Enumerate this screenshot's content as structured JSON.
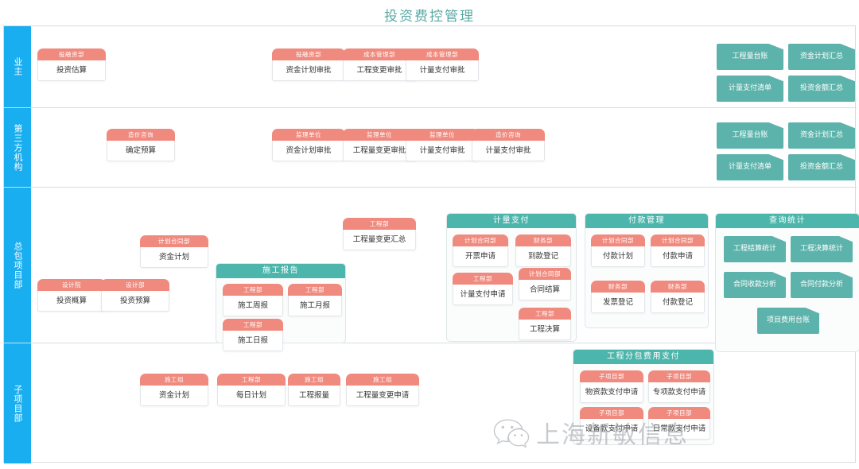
{
  "page": {
    "title": "投资费控管理",
    "accent_teal": "#4db6ac",
    "accent_pink": "#f08a7e",
    "accent_blue": "#18aef0"
  },
  "watermark": {
    "text": "上海新敏信息",
    "logo": "wechat-icon"
  },
  "lanes": [
    {
      "id": "owner",
      "label": "业主"
    },
    {
      "id": "third",
      "label": "第三方机构"
    },
    {
      "id": "main",
      "label": "总包项目部"
    },
    {
      "id": "sub",
      "label": "子项目部"
    }
  ],
  "owner_cards": [
    {
      "dept": "投融资部",
      "task": "投资估算"
    },
    {
      "dept": "投融资部",
      "task": "资金计划审批"
    },
    {
      "dept": "成本管理部",
      "task": "工程变更审批"
    },
    {
      "dept": "成本管理部",
      "task": "计量支付审批"
    }
  ],
  "owner_chips": [
    {
      "label": "工程量台账"
    },
    {
      "label": "资金计划汇总"
    },
    {
      "label": "计量支付清单"
    },
    {
      "label": "投资金额汇总"
    }
  ],
  "third_cards": [
    {
      "dept": "造价咨询",
      "task": "确定预算"
    },
    {
      "dept": "监理单位",
      "task": "资金计划审批"
    },
    {
      "dept": "监理单位",
      "task": "工程量变更审批"
    },
    {
      "dept": "监理单位",
      "task": "计量支付审批"
    },
    {
      "dept": "造价咨询",
      "task": "计量支付审批"
    }
  ],
  "third_chips": [
    {
      "label": "工程量台账"
    },
    {
      "label": "资金计划汇总"
    },
    {
      "label": "计量支付清单"
    },
    {
      "label": "投资金额汇总"
    }
  ],
  "main_cards": [
    {
      "dept": "设计院",
      "task": "投资概算"
    },
    {
      "dept": "设计部",
      "task": "投资预算"
    },
    {
      "dept": "计划合同部",
      "task": "资金计划"
    },
    {
      "dept": "工程部",
      "task": "工程量变更汇总"
    }
  ],
  "group_construction_report": {
    "title": "施工报告",
    "cards": [
      {
        "dept": "工程部",
        "task": "施工周报"
      },
      {
        "dept": "工程部",
        "task": "施工月报"
      },
      {
        "dept": "工程部",
        "task": "施工日报"
      }
    ]
  },
  "group_measure_pay": {
    "title": "计量支付",
    "cards": [
      {
        "dept": "计划合同部",
        "task": "开票申请"
      },
      {
        "dept": "财务部",
        "task": "到款登记"
      },
      {
        "dept": "工程部",
        "task": "计量支付申请"
      },
      {
        "dept": "计划合同部",
        "task": "合同结算"
      },
      {
        "dept": "工程部",
        "task": "工程决算"
      }
    ]
  },
  "group_payment_mgmt": {
    "title": "付款管理",
    "cards": [
      {
        "dept": "计划合同部",
        "task": "付款计划"
      },
      {
        "dept": "计划合同部",
        "task": "付款申请"
      },
      {
        "dept": "财务部",
        "task": "发票登记"
      },
      {
        "dept": "财务部",
        "task": "付款登记"
      }
    ]
  },
  "group_query_stat": {
    "title": "查询统计",
    "chips": [
      {
        "label": "工程结算统计"
      },
      {
        "label": "工程决算统计"
      },
      {
        "label": "合同收款分析"
      },
      {
        "label": "合同付款分析"
      },
      {
        "label": "项目费用台账"
      }
    ]
  },
  "sub_cards": [
    {
      "dept": "施工组",
      "task": "资金计划"
    },
    {
      "dept": "工程部",
      "task": "每日计划"
    },
    {
      "dept": "施工组",
      "task": "工程报量"
    },
    {
      "dept": "施工组",
      "task": "工程量变更申请"
    }
  ],
  "group_subcontract_pay": {
    "title": "工程分包费用支付",
    "cards": [
      {
        "dept": "子项目部",
        "task": "物资款支付申请"
      },
      {
        "dept": "子项目部",
        "task": "专项款支付申请"
      },
      {
        "dept": "子项目部",
        "task": "设备款支付申请"
      },
      {
        "dept": "子项目部",
        "task": "日常款支付申请"
      }
    ]
  }
}
